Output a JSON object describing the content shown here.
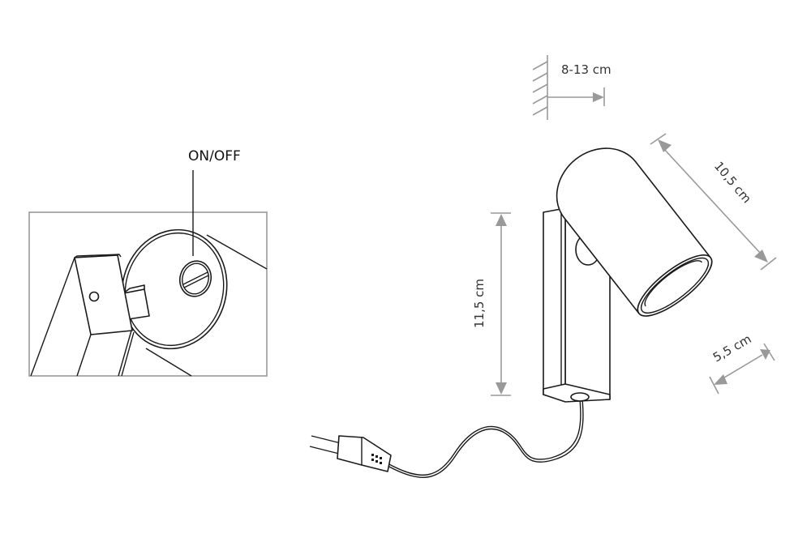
{
  "switch_label": "ON/OFF",
  "dimensions": {
    "wall_distance": "8-13 cm",
    "height": "11,5 cm",
    "length": "10,5 cm",
    "diameter": "5,5 cm"
  },
  "colors": {
    "line": "#1a1a1a",
    "dimension": "#999999",
    "background": "#ffffff"
  }
}
